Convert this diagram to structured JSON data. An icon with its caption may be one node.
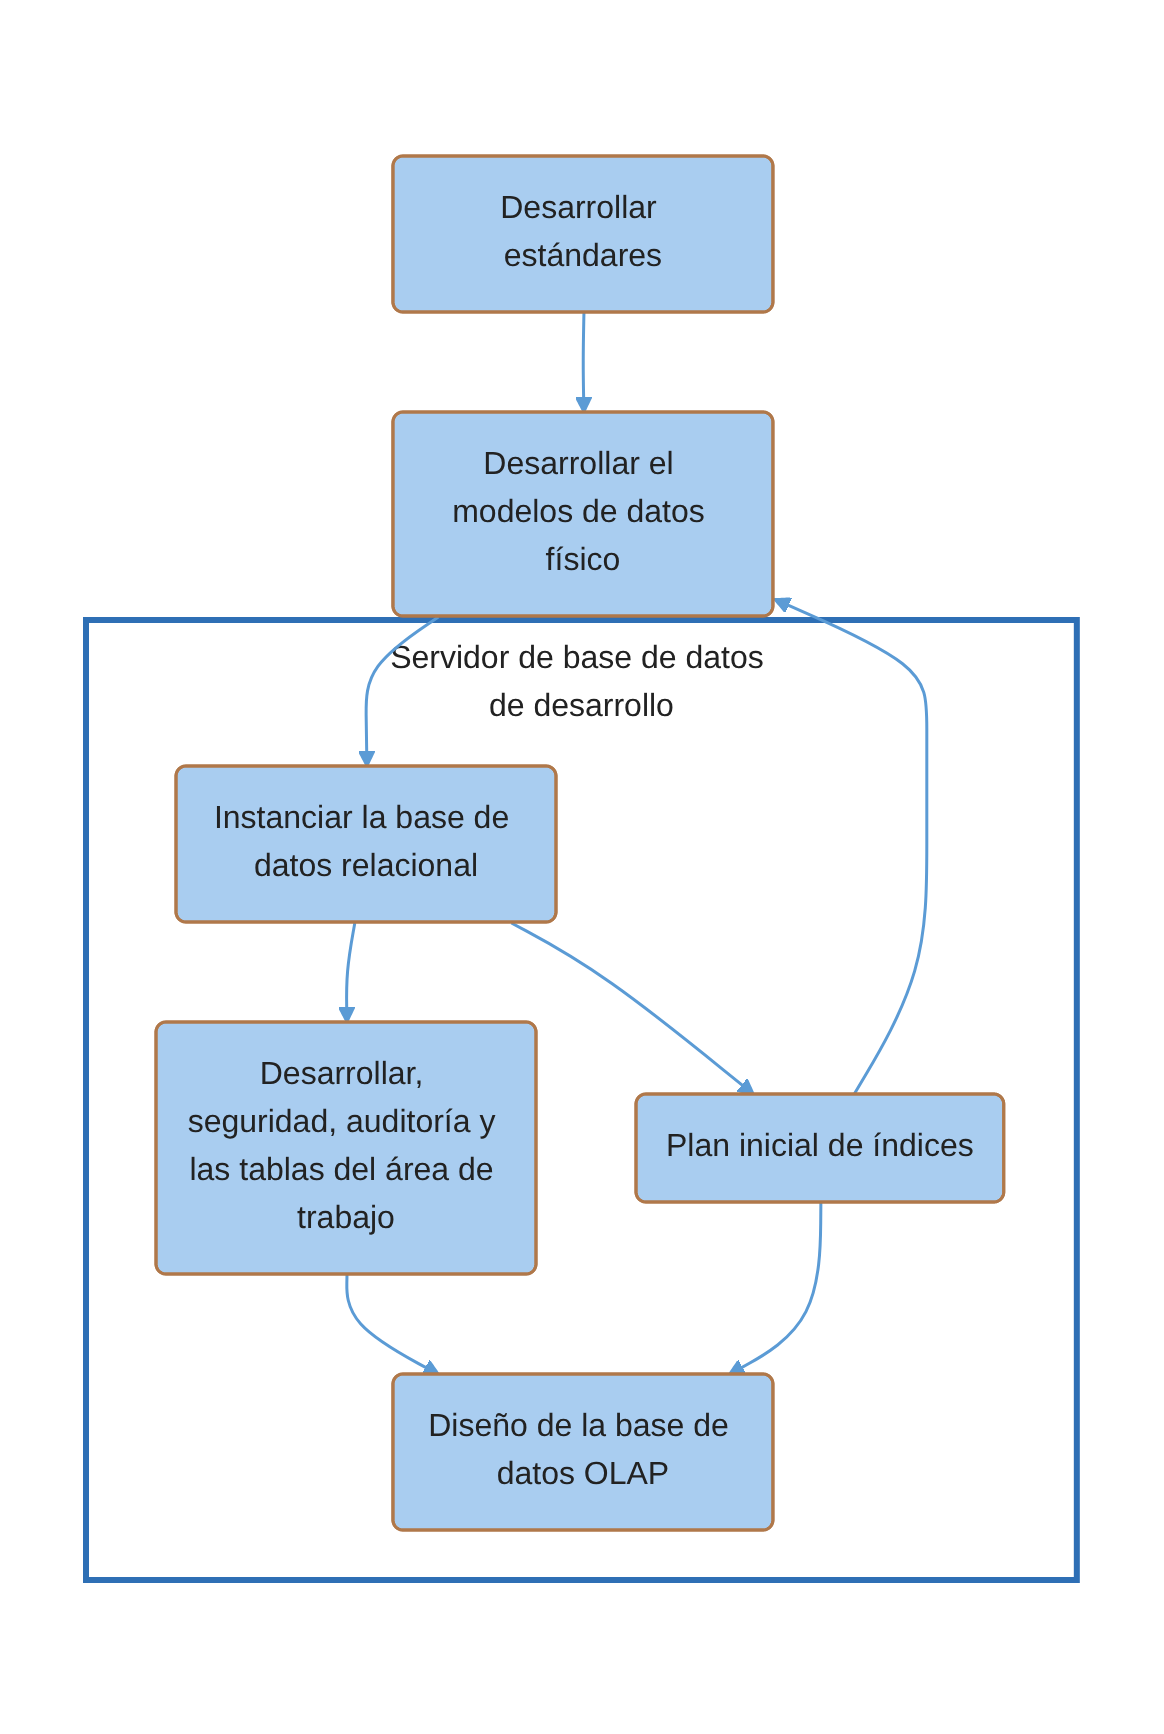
{
  "diagram": {
    "nodes": [
      {
        "text": [
          "Desarrollar estándares"
        ]
      },
      {
        "text": [
          "Desarrollar el modelos de datos físico"
        ]
      },
      {
        "text": [
          "Servidor de base de datos de desarrollo"
        ]
      },
      {
        "text": [
          "Instanciar la base de datos relacional"
        ],
        "in": 2
      },
      {
        "text": [
          "Desarrollar, seguridad, auditoría y las tablas del área de trabajo"
        ],
        "in": 2
      },
      {
        "text": [
          "Plan inicial de índices"
        ],
        "in": 2
      },
      {
        "text": [
          "Diseño de la base de datos OLAP"
        ],
        "in": 2
      }
    ],
    "edges": [
      {
        "from": 0,
        "to": 1,
        "arrow": "to"
      },
      {
        "from": 1,
        "to": 3,
        "arrow": "to"
      },
      {
        "from": 3,
        "to": 4,
        "arrow": "to"
      },
      {
        "from": 3,
        "to": 5,
        "arrow": "to"
      },
      {
        "from": 4,
        "to": 6,
        "arrow": "to"
      },
      {
        "from": 5,
        "to": 6,
        "arrow": "to"
      },
      {
        "from": 5,
        "to": 1,
        "arrow": "to"
      }
    ]
  }
}
